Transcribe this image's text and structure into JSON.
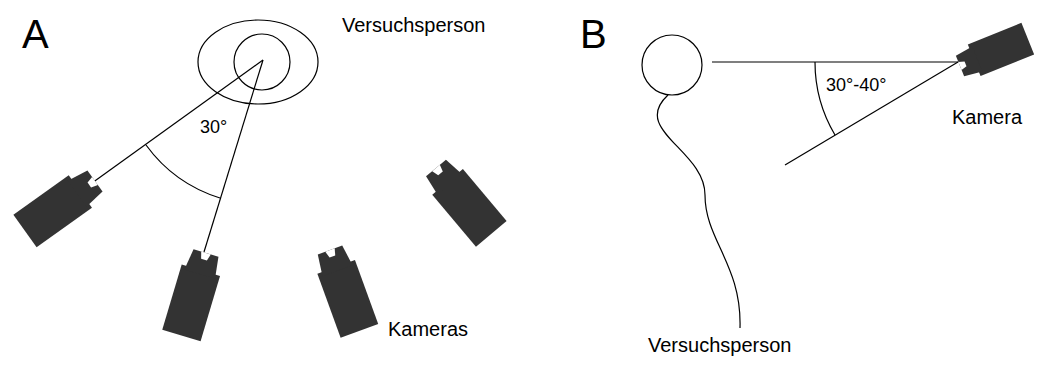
{
  "diagram": {
    "labels": [
      "A",
      "Versuchsperson",
      "30°",
      "Kameras",
      "B",
      "30°-40°",
      "Kamera",
      "Versuchsperson"
    ]
  }
}
